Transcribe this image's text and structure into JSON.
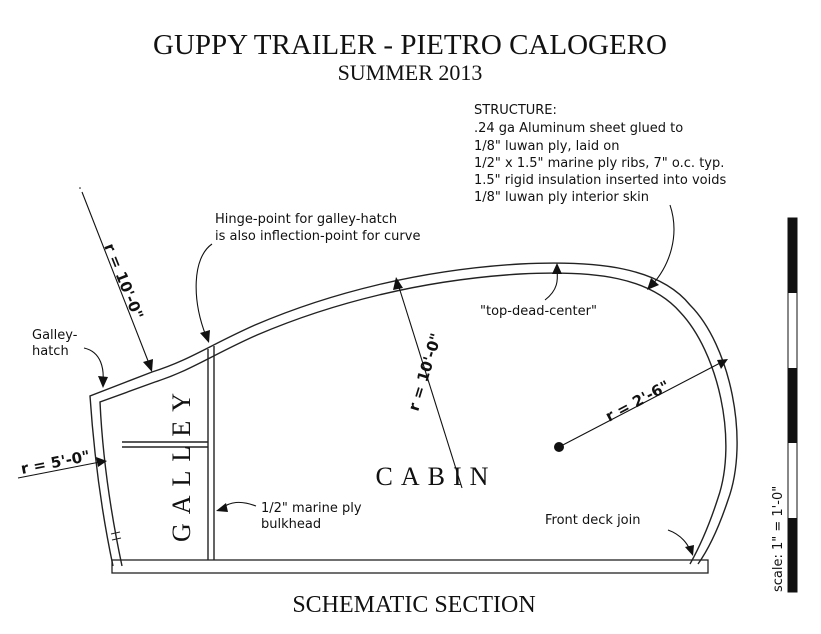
{
  "title": {
    "line1": "GUPPY TRAILER - PIETRO CALOGERO",
    "line2": "SUMMER 2013"
  },
  "structure_note": {
    "heading": "STRUCTURE:",
    "lines": [
      ".24 ga Aluminum sheet glued to",
      "1/8\" luwan ply, laid on",
      "1/2\" x 1.5\" marine ply ribs, 7\" o.c. typ.",
      "1.5\" rigid insulation inserted into voids",
      "1/8\" luwan ply interior skin"
    ]
  },
  "hinge_note": {
    "line1": "Hinge-point for galley-hatch",
    "line2": "is also inflection-point for curve"
  },
  "labels": {
    "galley_hatch_1": "Galley-",
    "galley_hatch_2": "hatch",
    "top_dead_center": "\"top-dead-center\"",
    "galley": "GALLEY",
    "cabin": "CABIN",
    "bulkhead_1": "1/2\" marine ply",
    "bulkhead_2": "bulkhead",
    "front_deck_join": "Front deck join",
    "footer": "SCHEMATIC SECTION",
    "scale": "scale: 1\" = 1'-0\""
  },
  "dimensions": {
    "radius_hatch": "r = 10'-0\"",
    "radius_roof": "r = 10'-0\"",
    "radius_front": "r = 2'-6\"",
    "radius_rear": "r = 5'-0\""
  }
}
